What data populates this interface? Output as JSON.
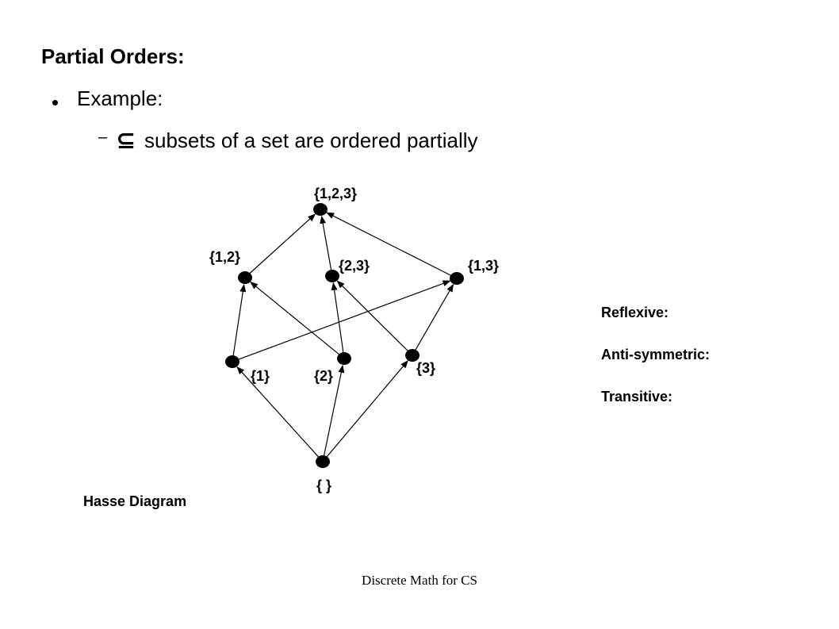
{
  "slide": {
    "title": "Partial Orders:",
    "bullet_main": "Example:",
    "sub_bullet_dash": "–",
    "sub_bullet_symbol": "⊆",
    "sub_bullet_text": "subsets of a set are ordered partially",
    "properties": [
      "Reflexive:",
      "Anti-symmetric:",
      "Transitive:"
    ],
    "diagram_caption": "Hasse Diagram",
    "footer": "Discrete Math for CS"
  },
  "hasse": {
    "nodes": [
      {
        "id": "empty",
        "label": "{ }"
      },
      {
        "id": "s1",
        "label": "{1}"
      },
      {
        "id": "s2",
        "label": "{2}"
      },
      {
        "id": "s3",
        "label": "{3}"
      },
      {
        "id": "s12",
        "label": "{1,2}"
      },
      {
        "id": "s23",
        "label": "{2,3}"
      },
      {
        "id": "s13",
        "label": "{1,3}"
      },
      {
        "id": "s123",
        "label": "{1,2,3}"
      }
    ],
    "edges": [
      [
        "empty",
        "s1"
      ],
      [
        "empty",
        "s2"
      ],
      [
        "empty",
        "s3"
      ],
      [
        "s1",
        "s12"
      ],
      [
        "s1",
        "s13"
      ],
      [
        "s2",
        "s12"
      ],
      [
        "s2",
        "s23"
      ],
      [
        "s3",
        "s23"
      ],
      [
        "s3",
        "s13"
      ],
      [
        "s12",
        "s123"
      ],
      [
        "s23",
        "s123"
      ],
      [
        "s13",
        "s123"
      ]
    ]
  }
}
